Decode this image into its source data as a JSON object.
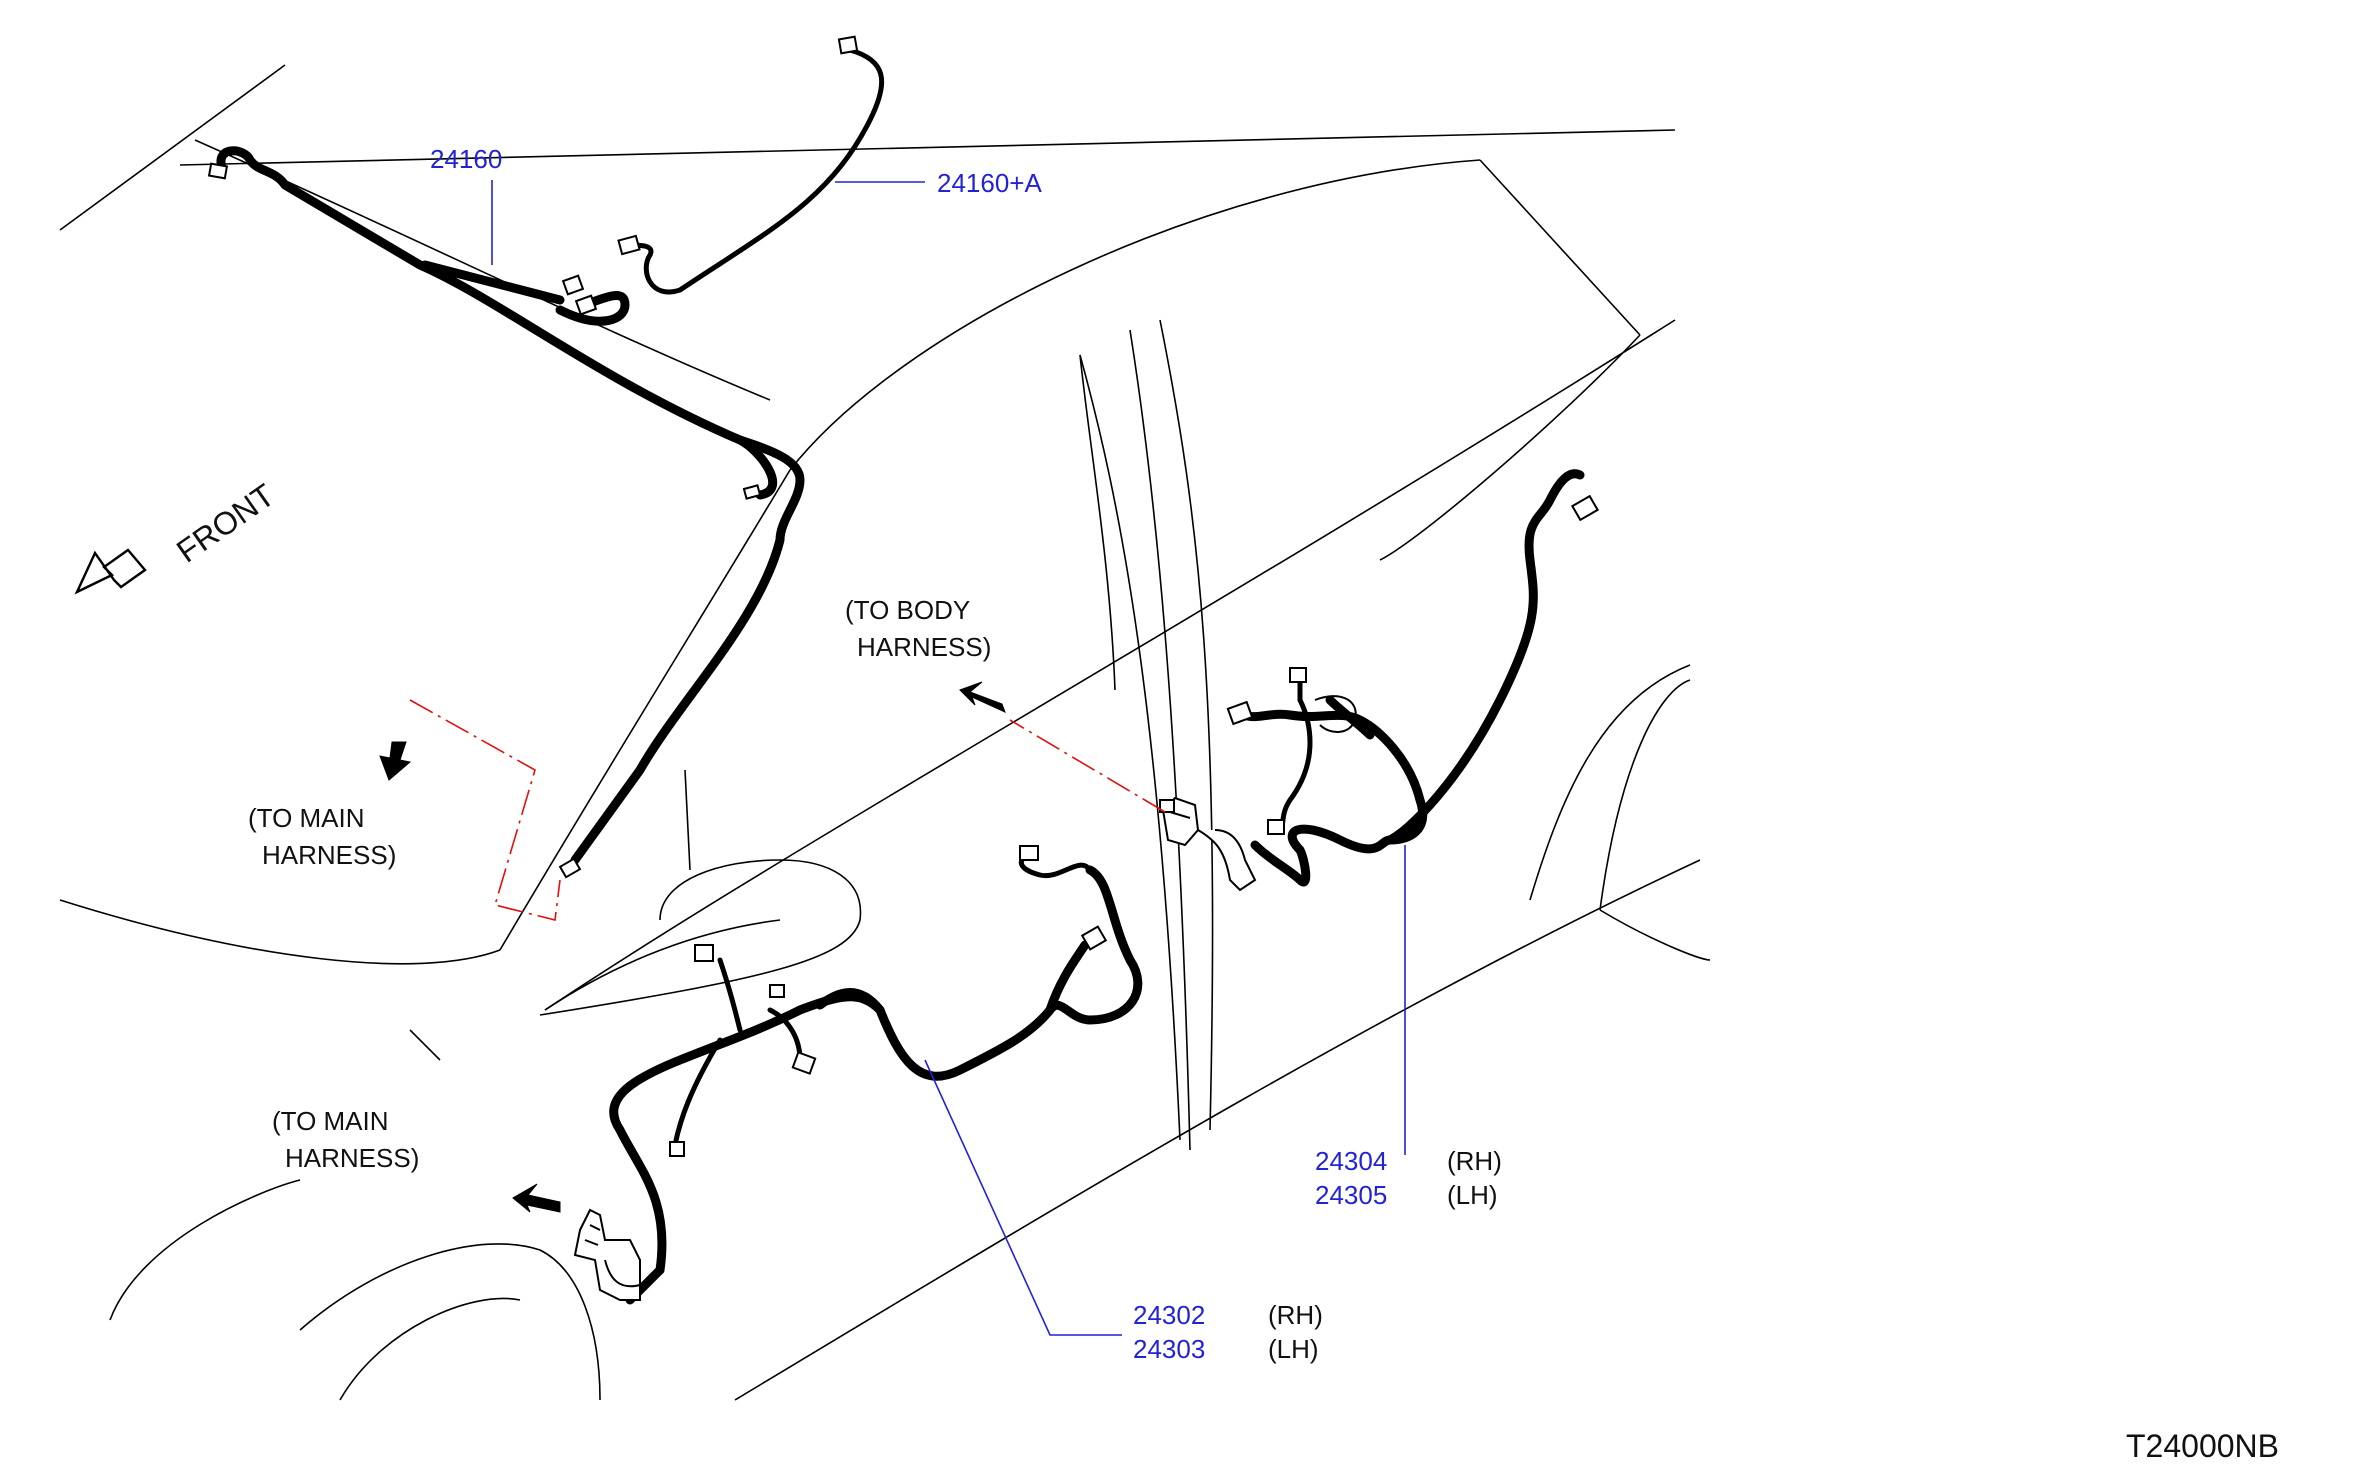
{
  "direction": {
    "label": "FRONT",
    "icon": "front-arrow-icon"
  },
  "parts": {
    "p24160": "24160",
    "p24160a": "24160+A",
    "p24304": "24304",
    "p24305": "24305",
    "p24302": "24302",
    "p24303": "24303"
  },
  "sides": {
    "rh": "(RH)",
    "lh": "(LH)"
  },
  "notes": {
    "to_body_1": "(TO  BODY",
    "to_body_2": "HARNESS)",
    "to_main_1": "(TO  MAIN",
    "to_main_2": "HARNESS)"
  },
  "diagram_code": "T24000NB",
  "colors": {
    "part_number": "#2323d6",
    "line": "#000000",
    "callout": "#2323d6",
    "guide": "#e01010"
  }
}
